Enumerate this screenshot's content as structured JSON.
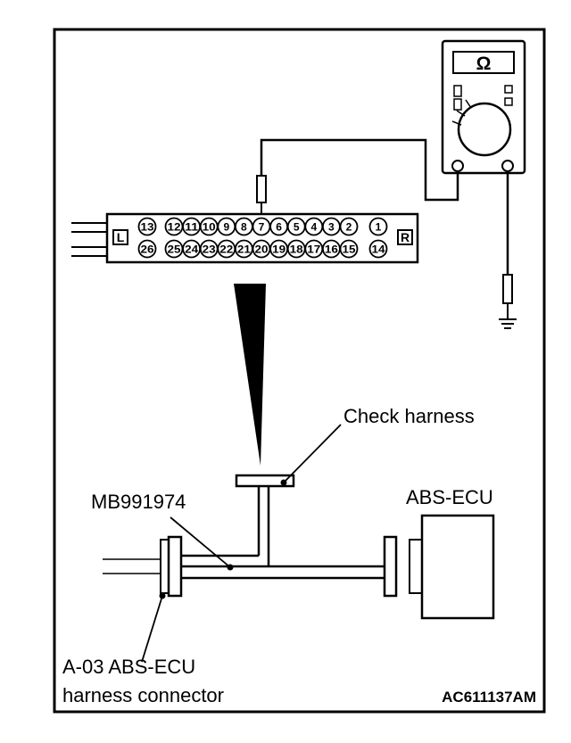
{
  "labels": {
    "check_harness": "Check harness",
    "special_tool": "MB991974",
    "ecu": "ABS-ECU",
    "connector_line1": "A-03 ABS-ECU",
    "connector_line2": "harness connector",
    "figure_code": "AC611137AM"
  },
  "meter": {
    "display_symbol": "Ω"
  },
  "connector": {
    "left_marker": "L",
    "right_marker": "R",
    "top_pins": [
      "13",
      "12",
      "11",
      "10",
      "9",
      "8",
      "7",
      "6",
      "5",
      "4",
      "3",
      "2",
      "1"
    ],
    "bottom_pins": [
      "26",
      "25",
      "24",
      "23",
      "22",
      "21",
      "20",
      "19",
      "18",
      "17",
      "16",
      "15",
      "14"
    ],
    "probed_pin": "7"
  },
  "icons": [
    "ohmmeter-icon",
    "ground-symbol-icon",
    "probe-icon"
  ]
}
